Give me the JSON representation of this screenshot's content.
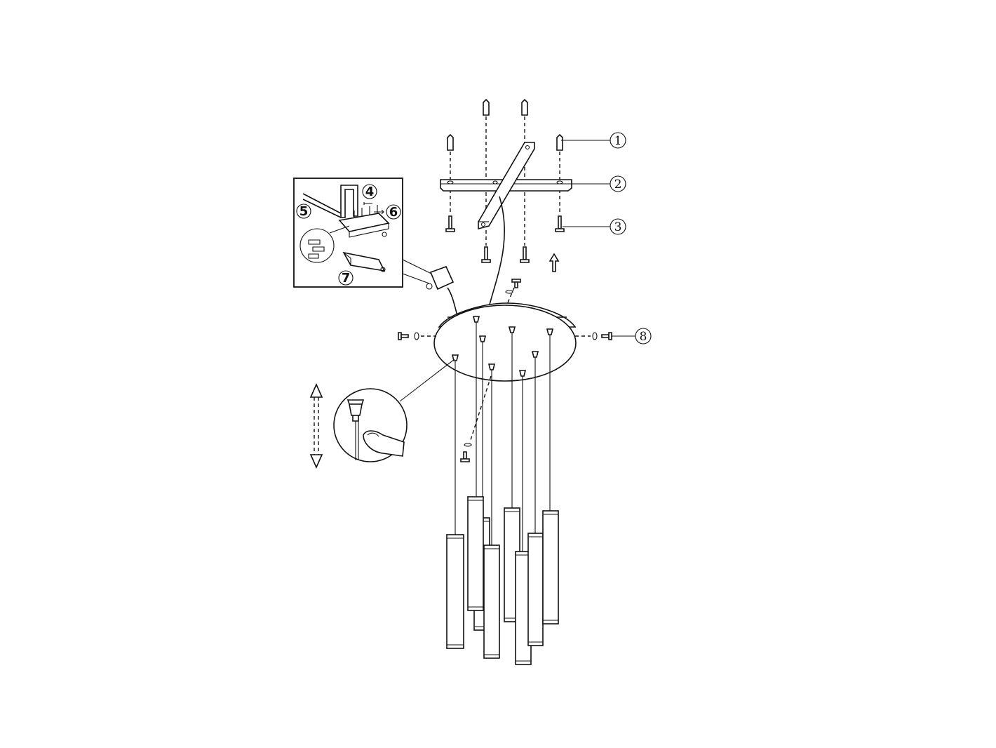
{
  "callouts": {
    "c1": "1",
    "c2": "2",
    "c3": "3",
    "c4": "4",
    "c5": "5",
    "c6": "6",
    "c7": "7",
    "c8": "8"
  },
  "icons": {
    "lift_arrow": "up-arrow-icon",
    "adjust_arrow": "double-arrow-icon"
  }
}
